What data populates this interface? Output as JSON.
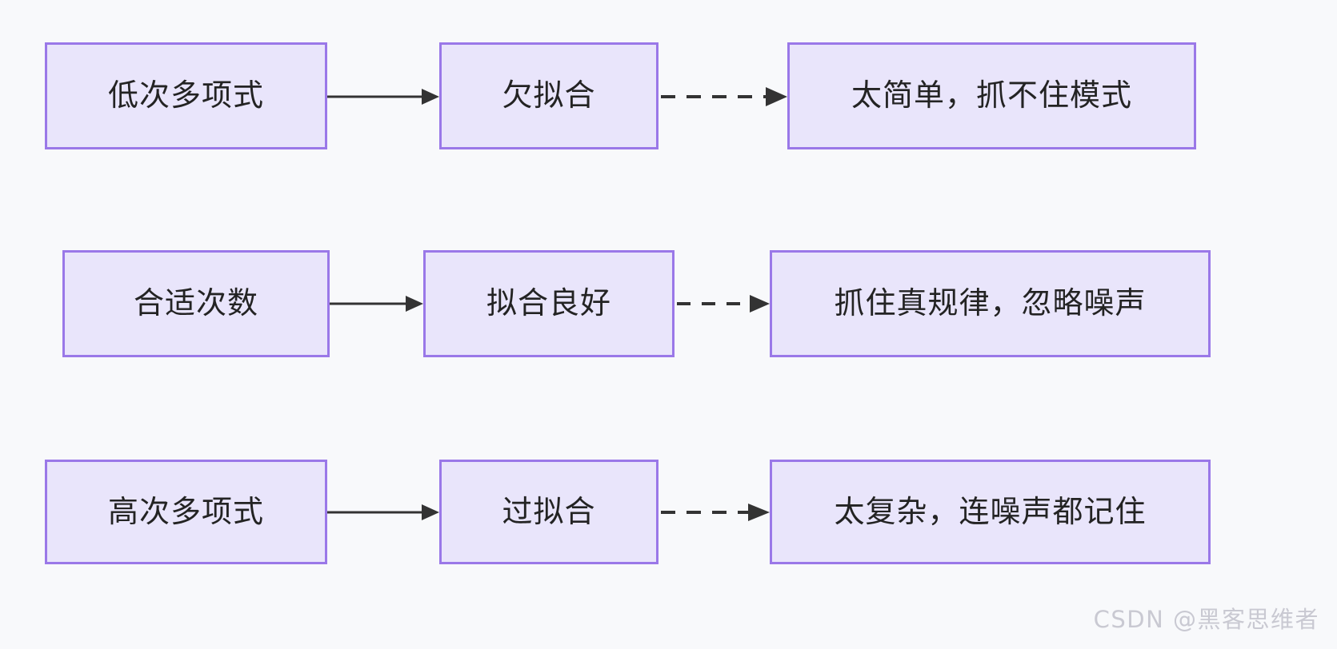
{
  "diagram": {
    "title": "",
    "background_color": "#f8f9fb",
    "node_fill": "#e9e5fb",
    "node_border": "#9a78e8",
    "text_color": "#232323",
    "arrow_color": "#333333",
    "rows": [
      {
        "id": "row-underfit",
        "nodes": [
          {
            "id": "low-degree-polynomial",
            "label": "低次多项式"
          },
          {
            "id": "underfitting",
            "label": "欠拟合"
          },
          {
            "id": "underfit-result",
            "label": "太简单，抓不住模式"
          }
        ],
        "edges": [
          {
            "id": "edge-1-solid",
            "from": "low-degree-polynomial",
            "to": "underfitting",
            "style": "solid",
            "arrow": "triangle"
          },
          {
            "id": "edge-1-dashed",
            "from": "underfitting",
            "to": "underfit-result",
            "style": "dashed",
            "arrow": "triangle"
          }
        ]
      },
      {
        "id": "row-goodfit",
        "nodes": [
          {
            "id": "suitable-degree",
            "label": "合适次数"
          },
          {
            "id": "good-fit",
            "label": "拟合良好"
          },
          {
            "id": "goodfit-result",
            "label": "抓住真规律，忽略噪声"
          }
        ],
        "edges": [
          {
            "id": "edge-2-solid",
            "from": "suitable-degree",
            "to": "good-fit",
            "style": "solid",
            "arrow": "triangle"
          },
          {
            "id": "edge-2-dashed",
            "from": "good-fit",
            "to": "goodfit-result",
            "style": "dashed",
            "arrow": "triangle"
          }
        ]
      },
      {
        "id": "row-overfit",
        "nodes": [
          {
            "id": "high-degree-polynomial",
            "label": "高次多项式"
          },
          {
            "id": "overfitting",
            "label": "过拟合"
          },
          {
            "id": "overfit-result",
            "label": "太复杂，连噪声都记住"
          }
        ],
        "edges": [
          {
            "id": "edge-3-solid",
            "from": "high-degree-polynomial",
            "to": "overfitting",
            "style": "solid",
            "arrow": "triangle"
          },
          {
            "id": "edge-3-dashed",
            "from": "overfitting",
            "to": "overfit-result",
            "style": "dashed",
            "arrow": "triangle"
          }
        ]
      }
    ]
  },
  "watermark": {
    "text": "CSDN @黑客思维者"
  }
}
